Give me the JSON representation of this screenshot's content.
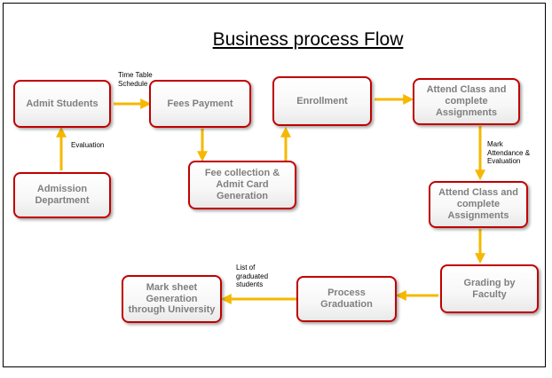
{
  "title": "Business process Flow",
  "colors": {
    "box_border": "#c00000",
    "arrow": "#f5b800",
    "box_text": "#7f7f7f"
  },
  "nodes": {
    "admit_students": "Admit Students",
    "fees_payment": "Fees Payment",
    "enrollment": "Enrollment",
    "attend_class_1": "Attend Class and\ncomplete\nAssignments",
    "admission_department": "Admission\nDepartment",
    "fee_collection": "Fee collection &\nAdmit Card\nGeneration",
    "attend_class_2": "Attend Class and\ncomplete\nAssignments",
    "grading": "Grading by Faculty",
    "process_graduation": "Process\nGraduation",
    "mark_sheet": "Mark sheet\nGeneration\nthrough  University"
  },
  "edge_labels": {
    "timetable": "Time Table\nSchedule",
    "evaluation": "Evaluation",
    "mark_attendance": "Mark\nAttendance &\nEvaluation",
    "graduated_students": "List of\ngraduated\nstudents"
  }
}
